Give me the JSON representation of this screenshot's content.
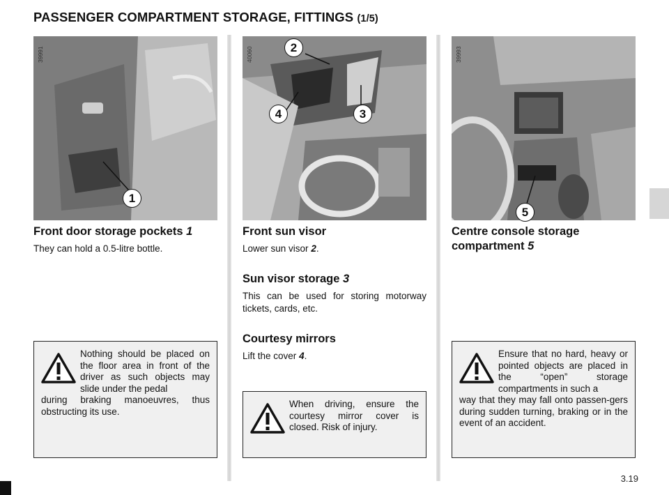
{
  "page": {
    "title": "PASSENGER COMPARTMENT STORAGE, FITTINGS",
    "title_part": "(1/5)",
    "page_number": "3.19"
  },
  "col1": {
    "photo_code": "39991",
    "callout": "1",
    "heading": "Front door storage pockets",
    "heading_num": "1",
    "text": "They can hold a 0.5-litre bottle.",
    "warning": {
      "text_a": "Nothing should be placed on the floor area in front of the driver as such objects may slide under the pedal",
      "text_b": "during braking manoeuvres, thus obstructing its use."
    }
  },
  "col2": {
    "photo_code": "40060",
    "callouts": [
      "2",
      "4",
      "3"
    ],
    "heading1": "Front sun visor",
    "text1_pre": "Lower sun visor",
    "text1_num": "2",
    "text1_post": ".",
    "heading2": "Sun visor storage",
    "heading2_num": "3",
    "text2": "This can be used for storing motorway tickets, cards, etc.",
    "heading3": "Courtesy mirrors",
    "text3_pre": "Lift the cover",
    "text3_num": "4",
    "text3_post": ".",
    "warning": {
      "text_a": "When driving, ensure the courtesy mirror cover is closed. Risk of injury."
    }
  },
  "col3": {
    "photo_code": "39993",
    "callout": "5",
    "heading_line1": "Centre console storage",
    "heading_line2": "compartment",
    "heading_num": "5",
    "warning": {
      "text_a": "Ensure that no hard, heavy or pointed objects are placed in the “open” storage compartments in such a",
      "text_b": "way that they may fall onto passen-gers during sudden turning, braking or in the event of an accident."
    }
  },
  "icons": {
    "warning": "warning-triangle-icon"
  },
  "colors": {
    "warning_bg": "#f0f0f0",
    "photo_gray": "#9a9a9a"
  }
}
